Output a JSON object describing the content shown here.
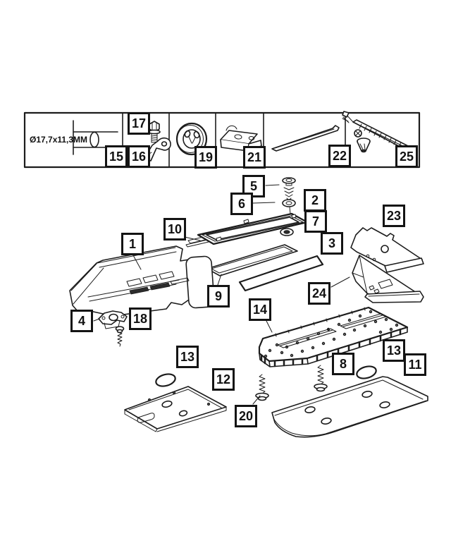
{
  "diagram": {
    "background": "#ffffff",
    "line_color": "#1c1c1c",
    "dimension_note": "Ø17,7x11,3MM",
    "callouts": {
      "c1": "1",
      "c2": "2",
      "c3": "3",
      "c4": "4",
      "c5": "5",
      "c6": "6",
      "c7": "7",
      "c8": "8",
      "c9": "9",
      "c10": "10",
      "c11": "11",
      "c12": "12",
      "c13": "13",
      "c14": "14",
      "c15": "15",
      "c16": "16",
      "c17": "17",
      "c18": "18",
      "c19": "19",
      "c20": "20",
      "c21": "21",
      "c22": "22",
      "c23": "23",
      "c24": "24",
      "c25": "25"
    }
  }
}
